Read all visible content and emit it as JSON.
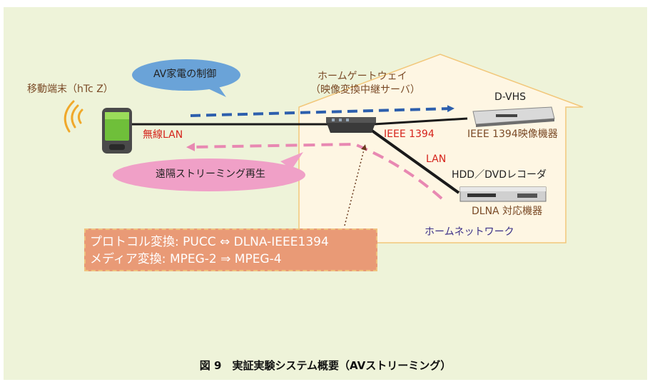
{
  "labels": {
    "mobile_terminal": "移動端末（hTc Z）",
    "av_control": "AV家電の制御",
    "gateway_line1": "ホームゲートウェイ",
    "gateway_line2": "（映像変換中継サーバ）",
    "dvhs": "D-VHS",
    "ieee1394_device": "IEEE 1394映像機器",
    "wireless_lan": "無線LAN",
    "ieee1394": "IEEE 1394",
    "lan": "LAN",
    "hdd_dvd": "HDD／DVDレコーダ",
    "dlna_device": "DLNA 対応機器",
    "remote_streaming": "遠隔ストリーミング再生",
    "home_network": "ホームネットワーク"
  },
  "info_box": {
    "line1": "プロトコル変換: PUCC ⇔ DLNA-IEEE1394",
    "line2": "メディア変換: MPEG-2 ⇒ MPEG-4"
  },
  "caption": "図 9　実証実験システム概要（AVストリーミング）",
  "colors": {
    "background": "#eef3d9",
    "house_fill": "#fef6e3",
    "house_outline": "#f2c77a",
    "control_arrow": "#2d5fad",
    "streaming_arrow": "#e888b2",
    "bubble_blue": "#6aa3d8",
    "bubble_pink": "#f0a0c7",
    "info_box": "#e99a76"
  }
}
